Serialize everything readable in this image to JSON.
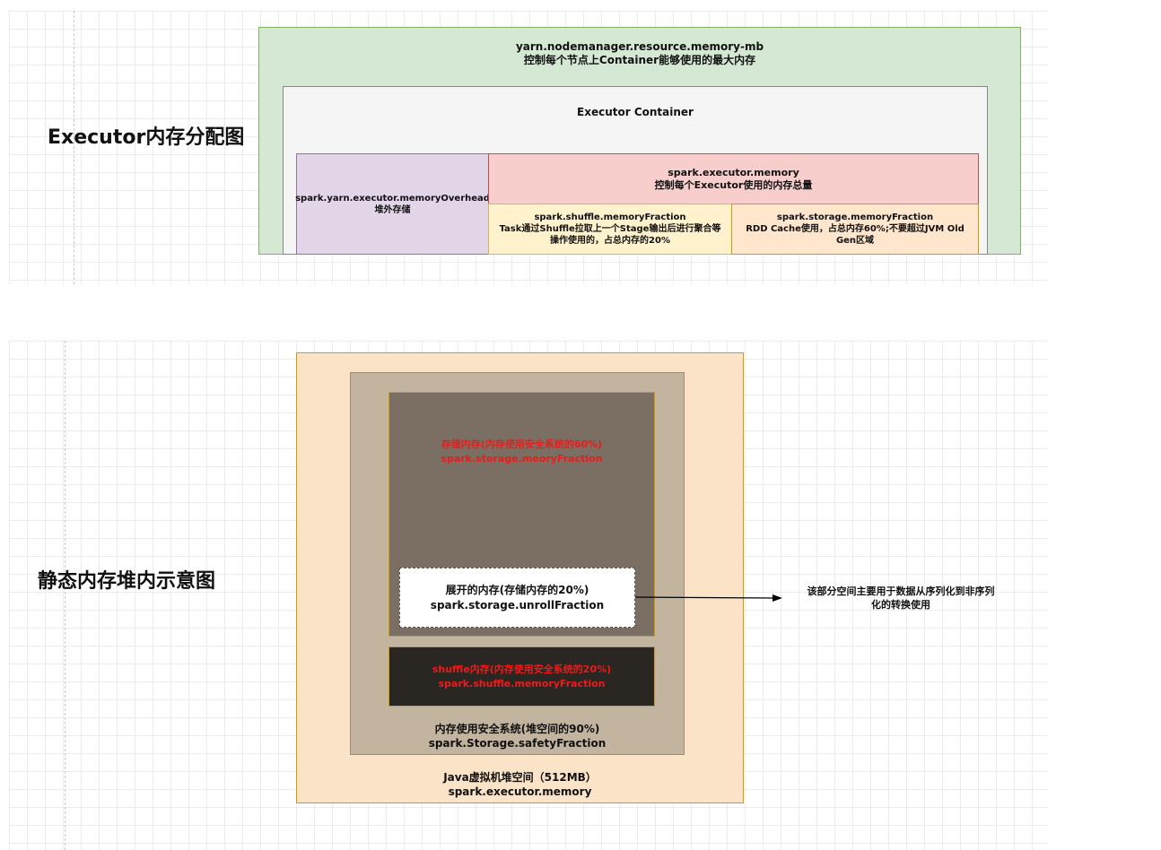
{
  "diagram1": {
    "heading": "Executor内存分配图",
    "yarn": {
      "line1": "yarn.nodemanager.resource.memory-mb",
      "line2": "控制每个节点上Container能够使用的最大内存"
    },
    "container": {
      "title": "Executor Container"
    },
    "overhead": {
      "line1": "spark.yarn.executor.memoryOverhead",
      "line2": "堆外存储"
    },
    "executor_memory": {
      "line1": "spark.executor.memory",
      "line2": "控制每个Executor使用的内存总量"
    },
    "shuffle": {
      "line1": "spark.shuffle.memoryFraction",
      "line2": "Task通过Shuffle拉取上一个Stage输出后进行聚合等",
      "line3": "操作使用的，占总内存的20%"
    },
    "storage": {
      "line1": "spark.storage.memoryFraction",
      "line2": "RDD Cache使用，占总内存60%;不要超过JVM Old",
      "line3": "Gen区域"
    }
  },
  "diagram2": {
    "heading": "静态内存堆内示意图",
    "storage_mem": {
      "line1": "存储内存(内存使用安全系统的60%)",
      "line2": "spark.storage.meoryFraction"
    },
    "unroll": {
      "line1": "展开的内存(存储内存的20%)",
      "line2": "spark.storage.unrollFraction"
    },
    "unroll_note": {
      "line1": "该部分空间主要用于数据从序列化到非序列",
      "line2": "化的转换使用"
    },
    "shuffle_mem": {
      "line1": "shuffle内存(内存使用安全系统的20%)",
      "line2": "spark.shuffle.memoryFraction"
    },
    "safety": {
      "line1": "内存使用安全系统(堆空间的90%)",
      "line2": "spark.Storage.safetyFraction"
    },
    "jvm": {
      "line1": "Java虚拟机堆空间（512MB）",
      "line2": "spark.executor.memory"
    }
  },
  "colors": {
    "yarn_bg": "#d5e8d4",
    "overhead_bg": "#e1d5e7",
    "executor_bg": "#f8cecc",
    "shuffle_bg": "#fff2cc",
    "storage_bg": "#ffe6cc",
    "jvm_bg": "#fae3c7",
    "safety_bg": "#c2b49f",
    "storage_mem_bg": "#7a6f62",
    "shuffle_mem_bg": "#2a2622",
    "label_red": "#ea1c1c"
  }
}
